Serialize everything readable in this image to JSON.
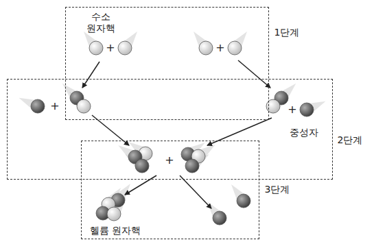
{
  "diagram": {
    "nodes": [
      {
        "text": [
          "1단계"
        ]
      },
      {
        "text": [
          "2단계"
        ]
      },
      {
        "text": [
          "3단계"
        ]
      }
    ],
    "labels": [
      "수소 원자핵",
      "+",
      "+",
      "+",
      "+",
      "중성자",
      "+",
      "헬륨 원자핵"
    ]
  }
}
